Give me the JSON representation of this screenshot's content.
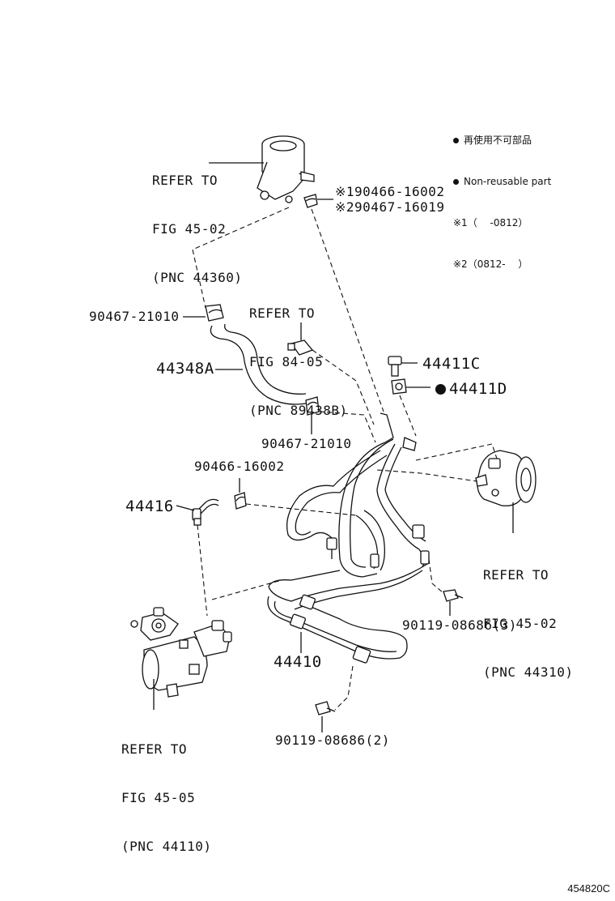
{
  "legend": {
    "non_reusable_jp": "再使用不可部品",
    "non_reusable_en": "Non-reusable part",
    "note1": "※1（　 -0812）",
    "note2": "※2（0812- 　）"
  },
  "labels": {
    "reservoir_ref": [
      "REFER TO",
      "FIG 45-02",
      "(PNC 44360)"
    ],
    "clamp_note1": "※190466-16002",
    "clamp_note2": "※290467-16019",
    "switch_ref": [
      "REFER TO",
      "FIG 84-05",
      "(PNC 89438B)"
    ],
    "clamp_21010_top": "90467-21010",
    "hose_44348A": "44348A",
    "bolt_44411C": "44411C",
    "gasket_44411D": "44411D",
    "clamp_21010_bottom": "90467-21010",
    "clamp_16002": "90466-16002",
    "tube_44416": "44416",
    "pump_ref": [
      "REFER TO",
      "FIG 45-02",
      "(PNC 44310)"
    ],
    "bolt_3": "90119-08686(3)",
    "tube_44410": "44410",
    "gear_ref": [
      "REFER TO",
      "FIG 45-05",
      "(PNC 44110)"
    ],
    "bolt_2": "90119-08686(2)"
  },
  "figure_id": "454820C"
}
